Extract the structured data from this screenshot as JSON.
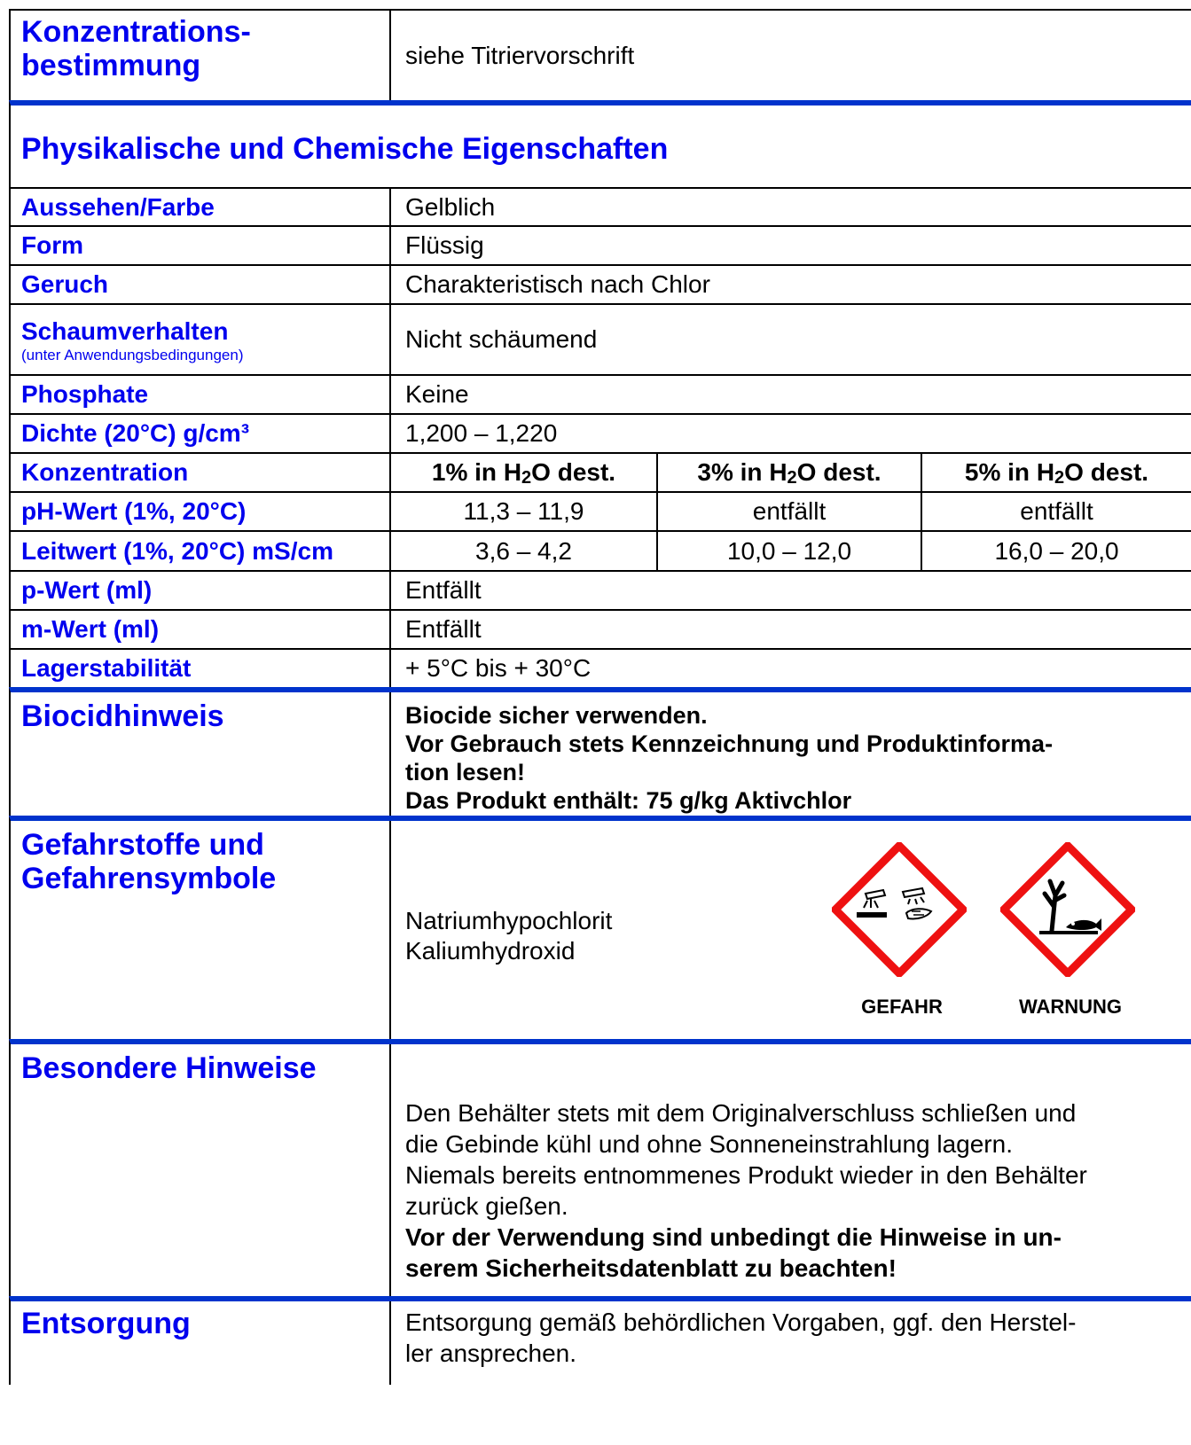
{
  "konzentrationsbestimmung": {
    "label_line1": "Konzentrations-",
    "label_line2": "bestimmung",
    "value": "siehe Titriervorschrift"
  },
  "section_title": "Physikalische und Chemische Eigenschaften",
  "properties": [
    {
      "label": "Aussehen/Farbe",
      "value": "Gelblich"
    },
    {
      "label": "Form",
      "value": "Flüssig"
    },
    {
      "label": "Geruch",
      "value": "Charakteristisch nach Chlor"
    },
    {
      "label": "Schaumverhalten",
      "sublabel": "(unter Anwendungsbedingungen)",
      "value": "Nicht schäumend"
    },
    {
      "label": "Phosphate",
      "value": "Keine"
    },
    {
      "label": "Dichte (20°C) g/cm³",
      "value": "1,200 – 1,220"
    }
  ],
  "concentration": {
    "label": "Konzentration",
    "headers": [
      {
        "pre": "1% in H",
        "sub": "2",
        "post": "O dest."
      },
      {
        "pre": "3% in H",
        "sub": "2",
        "post": "O dest."
      },
      {
        "pre": "5% in H",
        "sub": "2",
        "post": "O dest."
      }
    ],
    "rows": [
      {
        "label": "pH-Wert (1%, 20°C)",
        "values": [
          "11,3 – 11,9",
          "entfällt",
          "entfällt"
        ]
      },
      {
        "label": "Leitwert (1%, 20°C) mS/cm",
        "values": [
          "3,6 – 4,2",
          "10,0 – 12,0",
          "16,0 – 20,0"
        ]
      }
    ]
  },
  "properties2": [
    {
      "label": "p-Wert (ml)",
      "value": "Entfällt"
    },
    {
      "label": "m-Wert (ml)",
      "value": "Entfällt"
    },
    {
      "label": "Lagerstabilität",
      "value": "+ 5°C bis + 30°C"
    }
  ],
  "biocid": {
    "label": "Biocidhinweis",
    "line1": "Biocide sicher verwenden.",
    "line2": "Vor Gebrauch stets Kennzeichnung und Produktinforma-",
    "line3": "tion lesen!",
    "line4": "Das Produkt enthält: 75 g/kg Aktivchlor"
  },
  "gefahr": {
    "label_line1": "Gefahrstoffe und",
    "label_line2": "Gefahrensymbole",
    "substance1": "Natriumhypochlorit",
    "substance2": "Kaliumhydroxid",
    "symbol1_caption": "GEFAHR",
    "symbol2_caption": "WARNUNG",
    "symbol1_icon": "corrosive-icon",
    "symbol2_icon": "environment-icon",
    "pictogram_border_color": "#ee1111"
  },
  "hinweise": {
    "label": "Besondere Hinweise",
    "line1": "Den Behälter stets mit dem Originalverschluss schließen und",
    "line2": "die Gebinde kühl und ohne Sonneneinstrahlung lagern.",
    "line3": "Niemals bereits entnommenes Produkt wieder in den Behälter",
    "line4": "zurück gießen.",
    "bold1": "Vor der Verwendung sind unbedingt die Hinweise in un-",
    "bold2": "serem Sicherheitsdatenblatt zu beachten!"
  },
  "entsorgung": {
    "label": "Entsorgung",
    "line1": "Entsorgung gemäß behördlichen Vorgaben, ggf. den Herstel-",
    "line2": "ler ansprechen."
  },
  "colors": {
    "label_blue": "#0000ee",
    "rule_blue": "#0033cc"
  }
}
